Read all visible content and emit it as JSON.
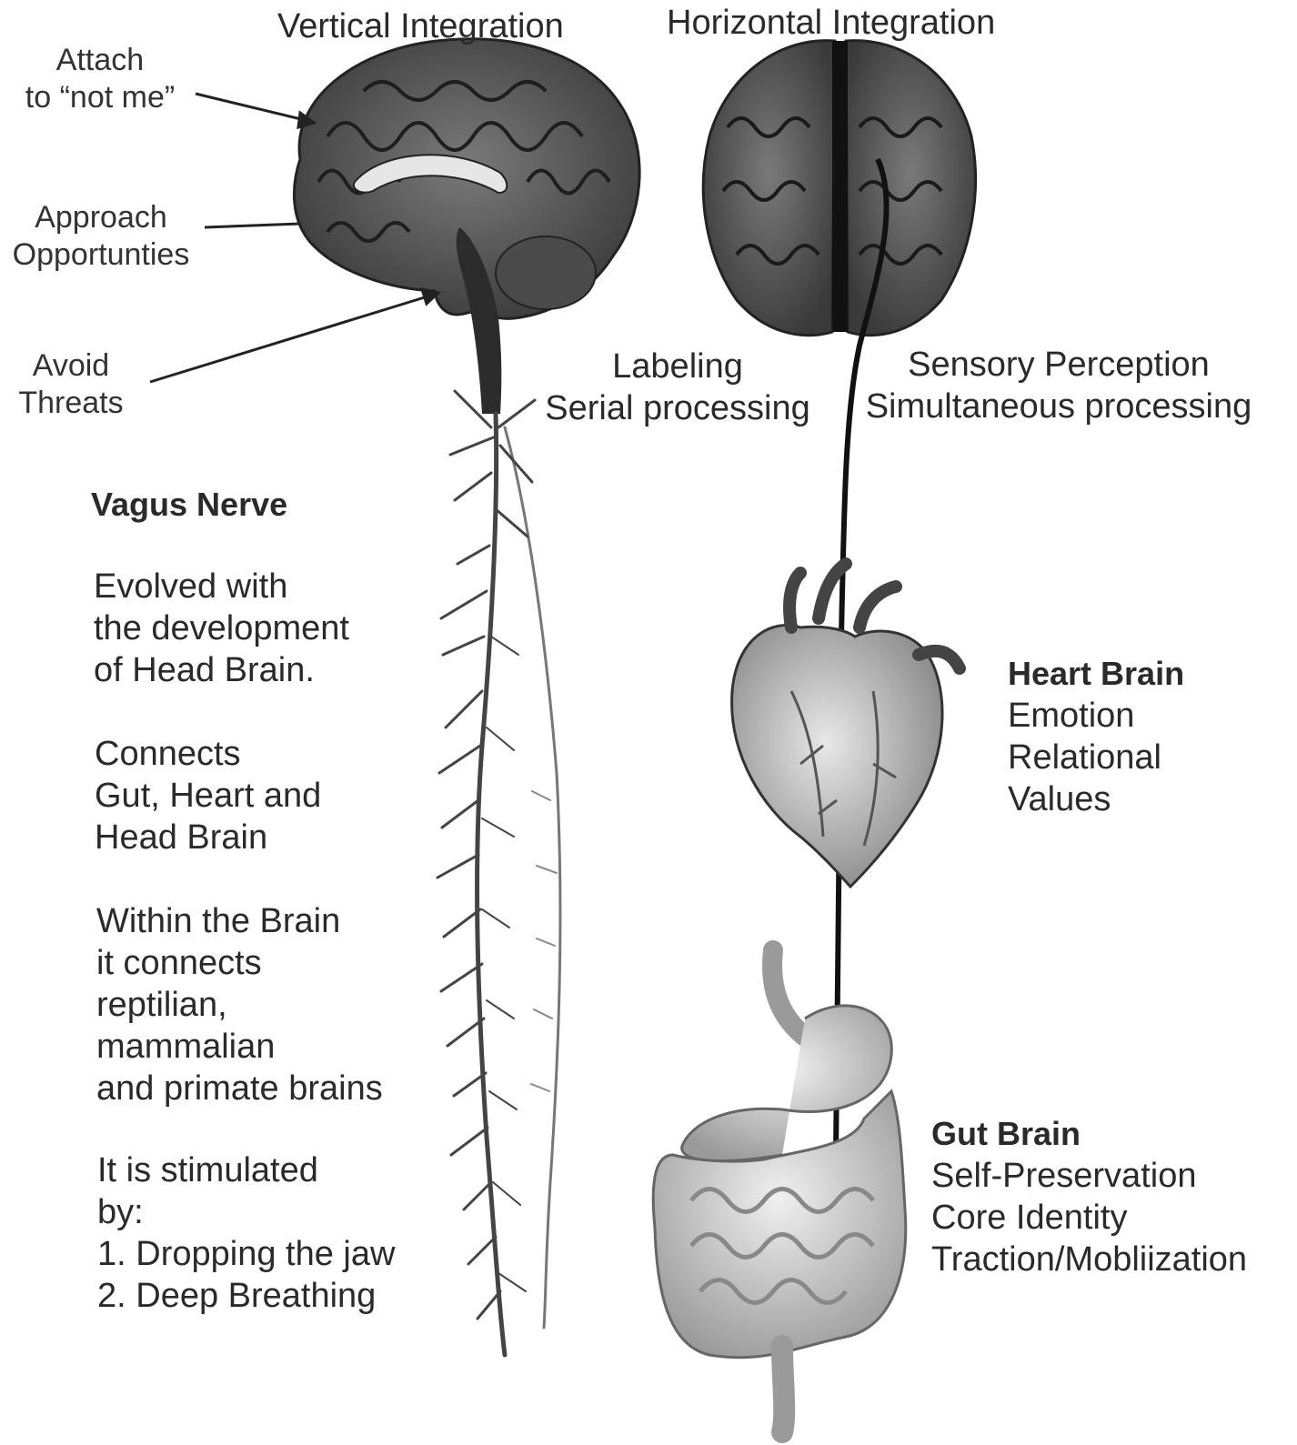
{
  "headings": {
    "vertical": "Vertical Integration",
    "horizontal": "Horizontal Integration"
  },
  "brain_labels": {
    "attach": [
      "Attach",
      "to “not me”"
    ],
    "approach": [
      "Approach",
      "Opportunties"
    ],
    "avoid": [
      "Avoid",
      "Threats"
    ],
    "labeling": [
      "Labeling",
      "Serial processing"
    ],
    "sensory": [
      "Sensory Perception",
      "Simultaneous processing"
    ]
  },
  "vagus": {
    "title": "Vagus Nerve",
    "para1": [
      "Evolved with",
      "the development",
      "of Head Brain."
    ],
    "para2": [
      "Connects",
      "Gut, Heart and",
      "Head Brain"
    ],
    "para3": [
      "Within the Brain",
      "it connects",
      "reptilian,",
      "mammalian",
      "and primate brains"
    ],
    "para4": [
      "It is stimulated",
      "by:",
      "1. Dropping the jaw",
      "2. Deep Breathing"
    ]
  },
  "heart": {
    "title": "Heart Brain",
    "items": [
      "Emotion",
      "Relational",
      "Values"
    ]
  },
  "gut": {
    "title": "Gut Brain",
    "items": [
      "Self-Preservation",
      "Core Identity",
      "Traction/Mobliization"
    ]
  }
}
